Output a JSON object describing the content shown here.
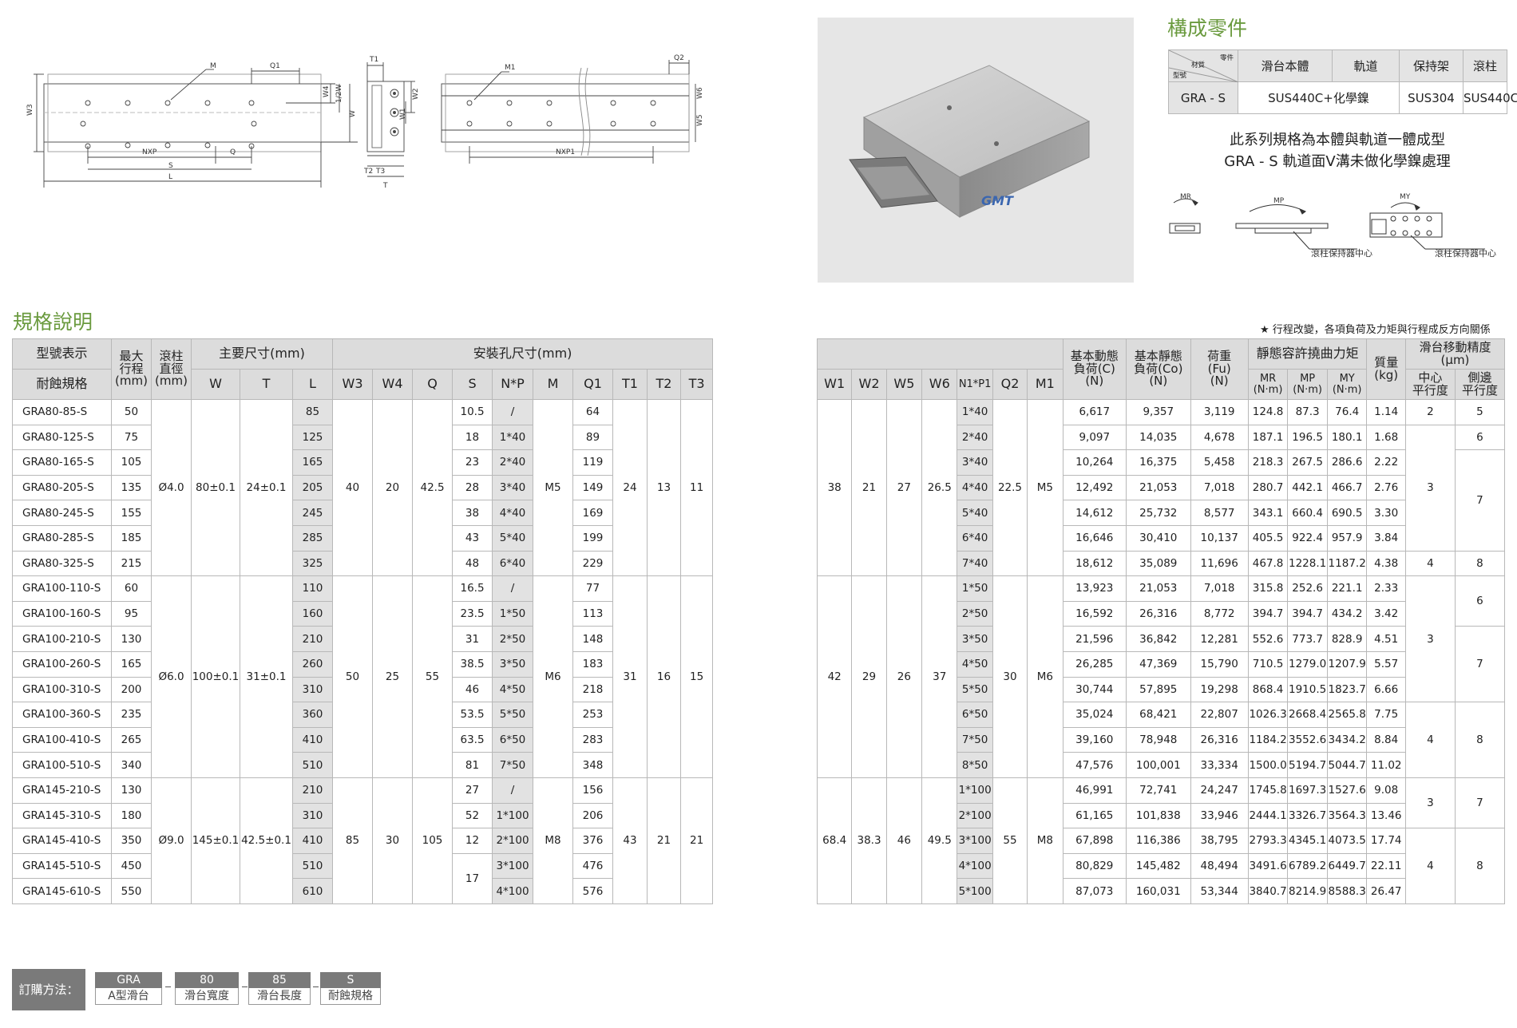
{
  "spec_title": "規格說明",
  "components_title": "構成零件",
  "note_star": "★ 行程改變，各項負荷及力矩與行程成反方向關係",
  "labels": {
    "M": "M",
    "Q1": "Q1",
    "W4": "W4",
    "W2": "W2",
    "half_W": "1/2W",
    "W": "W",
    "W3": "W3",
    "W1": "W1",
    "NXP": "NXP",
    "Q": "Q",
    "S": "S",
    "L": "L",
    "T1": "T1",
    "T2": "T2",
    "T3": "T3",
    "T": "T",
    "M1": "M1",
    "Q2": "Q2",
    "W6": "W6",
    "W5": "W5",
    "NXP1": "NXP1"
  },
  "left_table": {
    "head": {
      "model": "型號表示",
      "corrosion": "耐蝕規格",
      "stroke": "最大\n行程\n(mm)",
      "roller": "滾柱\n直徑\n(mm)",
      "main_dim": "主要尺寸(mm)",
      "mount_dim": "安裝孔尺寸(mm)",
      "W": "W",
      "T": "T",
      "L": "L",
      "W3": "W3",
      "W4": "W4",
      "Q": "Q",
      "S": "S",
      "NP": "N*P",
      "M": "M",
      "Q1": "Q1",
      "T1": "T1",
      "T2": "T2",
      "T3": "T3"
    },
    "groups": [
      {
        "roller": "Ø4.0",
        "W": "80±0.1",
        "T": "24±0.1",
        "W3": "40",
        "W4": "20",
        "Q": "42.5",
        "M": "M5",
        "T1": "24",
        "T2": "13",
        "T3": "11",
        "rows": [
          {
            "model": "GRA80-85-S",
            "stroke": "50",
            "L": "85",
            "S": "10.5",
            "NP": "/",
            "Q1": "64"
          },
          {
            "model": "GRA80-125-S",
            "stroke": "75",
            "L": "125",
            "S": "18",
            "NP": "1*40",
            "Q1": "89"
          },
          {
            "model": "GRA80-165-S",
            "stroke": "105",
            "L": "165",
            "S": "23",
            "NP": "2*40",
            "Q1": "119"
          },
          {
            "model": "GRA80-205-S",
            "stroke": "135",
            "L": "205",
            "S": "28",
            "NP": "3*40",
            "Q1": "149"
          },
          {
            "model": "GRA80-245-S",
            "stroke": "155",
            "L": "245",
            "S": "38",
            "NP": "4*40",
            "Q1": "169"
          },
          {
            "model": "GRA80-285-S",
            "stroke": "185",
            "L": "285",
            "S": "43",
            "NP": "5*40",
            "Q1": "199"
          },
          {
            "model": "GRA80-325-S",
            "stroke": "215",
            "L": "325",
            "S": "48",
            "NP": "6*40",
            "Q1": "229"
          }
        ]
      },
      {
        "roller": "Ø6.0",
        "W": "100±0.1",
        "T": "31±0.1",
        "W3": "50",
        "W4": "25",
        "Q": "55",
        "M": "M6",
        "T1": "31",
        "T2": "16",
        "T3": "15",
        "rows": [
          {
            "model": "GRA100-110-S",
            "stroke": "60",
            "L": "110",
            "S": "16.5",
            "NP": "/",
            "Q1": "77"
          },
          {
            "model": "GRA100-160-S",
            "stroke": "95",
            "L": "160",
            "S": "23.5",
            "NP": "1*50",
            "Q1": "113"
          },
          {
            "model": "GRA100-210-S",
            "stroke": "130",
            "L": "210",
            "S": "31",
            "NP": "2*50",
            "Q1": "148"
          },
          {
            "model": "GRA100-260-S",
            "stroke": "165",
            "L": "260",
            "S": "38.5",
            "NP": "3*50",
            "Q1": "183"
          },
          {
            "model": "GRA100-310-S",
            "stroke": "200",
            "L": "310",
            "S": "46",
            "NP": "4*50",
            "Q1": "218"
          },
          {
            "model": "GRA100-360-S",
            "stroke": "235",
            "L": "360",
            "S": "53.5",
            "NP": "5*50",
            "Q1": "253"
          },
          {
            "model": "GRA100-410-S",
            "stroke": "265",
            "L": "410",
            "S": "63.5",
            "NP": "6*50",
            "Q1": "283"
          },
          {
            "model": "GRA100-510-S",
            "stroke": "340",
            "L": "510",
            "S": "81",
            "NP": "7*50",
            "Q1": "348"
          }
        ]
      },
      {
        "roller": "Ø9.0",
        "W": "145±0.1",
        "T": "42.5±0.1",
        "W3": "85",
        "W4": "30",
        "Q": "105",
        "M": "M8",
        "T1": "43",
        "T2": "21",
        "T3": "21",
        "rows": [
          {
            "model": "GRA145-210-S",
            "stroke": "130",
            "L": "210",
            "S": "27",
            "NP": "/",
            "Q1": "156"
          },
          {
            "model": "GRA145-310-S",
            "stroke": "180",
            "L": "310",
            "S": "52",
            "NP": "1*100",
            "Q1": "206"
          },
          {
            "model": "GRA145-410-S",
            "stroke": "350",
            "L": "410",
            "S": "12",
            "NP": "2*100",
            "Q1": "376"
          },
          {
            "model": "GRA145-510-S",
            "stroke": "450",
            "L": "510",
            "S": "17",
            "NP": "3*100",
            "Q1": "476"
          },
          {
            "model": "GRA145-610-S",
            "stroke": "550",
            "L": "610",
            "S": "",
            "NP": "4*100",
            "Q1": "576"
          }
        ]
      }
    ]
  },
  "right_table": {
    "head": {
      "W1": "W1",
      "W2": "W2",
      "W5": "W5",
      "W6": "W6",
      "N1P1": "N1*P1",
      "Q2": "Q2",
      "M1": "M1",
      "C": "基本動態\n負荷(C)\n(N)",
      "Co": "基本靜態\n負荷(Co)\n(N)",
      "Fu": "荷重\n(Fu)\n(N)",
      "moment": "靜態容許撓曲力矩",
      "MR": "MR\n(N·m)",
      "MP": "MP\n(N·m)",
      "MY": "MY\n(N·m)",
      "mass": "質量\n(kg)",
      "acc": "滑台移動精度\n(μm)",
      "center": "中心\n平行度",
      "side": "側邊\n平行度"
    },
    "groups": [
      {
        "W1": "38",
        "W2": "21",
        "W5": "27",
        "W6": "26.5",
        "Q2": "22.5",
        "M1": "M5",
        "rows": [
          {
            "NP": "1*40",
            "C": "6,617",
            "Co": "9,357",
            "Fu": "3,119",
            "MR": "124.8",
            "MP": "87.3",
            "MY": "76.4",
            "kg": "1.14"
          },
          {
            "NP": "2*40",
            "C": "9,097",
            "Co": "14,035",
            "Fu": "4,678",
            "MR": "187.1",
            "MP": "196.5",
            "MY": "180.1",
            "kg": "1.68"
          },
          {
            "NP": "3*40",
            "C": "10,264",
            "Co": "16,375",
            "Fu": "5,458",
            "MR": "218.3",
            "MP": "267.5",
            "MY": "286.6",
            "kg": "2.22"
          },
          {
            "NP": "4*40",
            "C": "12,492",
            "Co": "21,053",
            "Fu": "7,018",
            "MR": "280.7",
            "MP": "442.1",
            "MY": "466.7",
            "kg": "2.76"
          },
          {
            "NP": "5*40",
            "C": "14,612",
            "Co": "25,732",
            "Fu": "8,577",
            "MR": "343.1",
            "MP": "660.4",
            "MY": "690.5",
            "kg": "3.30"
          },
          {
            "NP": "6*40",
            "C": "16,646",
            "Co": "30,410",
            "Fu": "10,137",
            "MR": "405.5",
            "MP": "922.4",
            "MY": "957.9",
            "kg": "3.84"
          },
          {
            "NP": "7*40",
            "C": "18,612",
            "Co": "35,089",
            "Fu": "11,696",
            "MR": "467.8",
            "MP": "1228.1",
            "MY": "1187.2",
            "kg": "4.38"
          }
        ]
      },
      {
        "W1": "42",
        "W2": "29",
        "W5": "26",
        "W6": "37",
        "Q2": "30",
        "M1": "M6",
        "rows": [
          {
            "NP": "1*50",
            "C": "13,923",
            "Co": "21,053",
            "Fu": "7,018",
            "MR": "315.8",
            "MP": "252.6",
            "MY": "221.1",
            "kg": "2.33"
          },
          {
            "NP": "2*50",
            "C": "16,592",
            "Co": "26,316",
            "Fu": "8,772",
            "MR": "394.7",
            "MP": "394.7",
            "MY": "434.2",
            "kg": "3.42"
          },
          {
            "NP": "3*50",
            "C": "21,596",
            "Co": "36,842",
            "Fu": "12,281",
            "MR": "552.6",
            "MP": "773.7",
            "MY": "828.9",
            "kg": "4.51"
          },
          {
            "NP": "4*50",
            "C": "26,285",
            "Co": "47,369",
            "Fu": "15,790",
            "MR": "710.5",
            "MP": "1279.0",
            "MY": "1207.9",
            "kg": "5.57"
          },
          {
            "NP": "5*50",
            "C": "30,744",
            "Co": "57,895",
            "Fu": "19,298",
            "MR": "868.4",
            "MP": "1910.5",
            "MY": "1823.7",
            "kg": "6.66"
          },
          {
            "NP": "6*50",
            "C": "35,024",
            "Co": "68,421",
            "Fu": "22,807",
            "MR": "1026.3",
            "MP": "2668.4",
            "MY": "2565.8",
            "kg": "7.75"
          },
          {
            "NP": "7*50",
            "C": "39,160",
            "Co": "78,948",
            "Fu": "26,316",
            "MR": "1184.2",
            "MP": "3552.6",
            "MY": "3434.2",
            "kg": "8.84"
          },
          {
            "NP": "8*50",
            "C": "47,576",
            "Co": "100,001",
            "Fu": "33,334",
            "MR": "1500.0",
            "MP": "5194.7",
            "MY": "5044.7",
            "kg": "11.02"
          }
        ]
      },
      {
        "W1": "68.4",
        "W2": "38.3",
        "W5": "46",
        "W6": "49.5",
        "Q2": "55",
        "M1": "M8",
        "rows": [
          {
            "NP": "1*100",
            "C": "46,991",
            "Co": "72,741",
            "Fu": "24,247",
            "MR": "1745.8",
            "MP": "1697.3",
            "MY": "1527.6",
            "kg": "9.08"
          },
          {
            "NP": "2*100",
            "C": "61,165",
            "Co": "101,838",
            "Fu": "33,946",
            "MR": "2444.1",
            "MP": "3326.7",
            "MY": "3564.3",
            "kg": "13.46"
          },
          {
            "NP": "3*100",
            "C": "67,898",
            "Co": "116,386",
            "Fu": "38,795",
            "MR": "2793.3",
            "MP": "4345.1",
            "MY": "4073.5",
            "kg": "17.74"
          },
          {
            "NP": "4*100",
            "C": "80,829",
            "Co": "145,482",
            "Fu": "48,494",
            "MR": "3491.6",
            "MP": "6789.2",
            "MY": "6449.7",
            "kg": "22.11"
          },
          {
            "NP": "5*100",
            "C": "87,073",
            "Co": "160,031",
            "Fu": "53,344",
            "MR": "3840.7",
            "MP": "8214.9",
            "MY": "8588.3",
            "kg": "26.47"
          }
        ]
      }
    ],
    "accuracy": [
      "2",
      "5",
      "6",
      "3",
      "7",
      "4",
      "8",
      "6",
      "3",
      "7",
      "4",
      "8",
      "3",
      "7",
      "4",
      "8"
    ]
  },
  "components": {
    "part_label": "零件",
    "material_label": "材質",
    "model_label": "型號",
    "headers": [
      "滑台本體",
      "軌道",
      "保持架",
      "滾柱"
    ],
    "row": [
      "GRA - S",
      "SUS440C+化學鎳",
      "SUS304",
      "SUS440C"
    ]
  },
  "desc": [
    "此系列規格為本體與軌道一體成型",
    "GRA - S 軌道面V溝未做化學鎳處理"
  ],
  "moment_icons": {
    "mr": "MR",
    "mp": "MP",
    "my": "MY",
    "caption": "滾柱保持器中心"
  },
  "order": {
    "label": "訂購方法：",
    "items": [
      {
        "top": "GRA",
        "bot": "A型滑台"
      },
      {
        "top": "80",
        "bot": "滑台寬度"
      },
      {
        "top": "85",
        "bot": "滑台長度"
      },
      {
        "top": "S",
        "bot": "耐蝕規格"
      }
    ]
  },
  "brand": "GMT",
  "colors": {
    "title_green": "#6a9a3e",
    "header_gray": "#dcdcdc",
    "order_gray": "#7a7a7a"
  }
}
